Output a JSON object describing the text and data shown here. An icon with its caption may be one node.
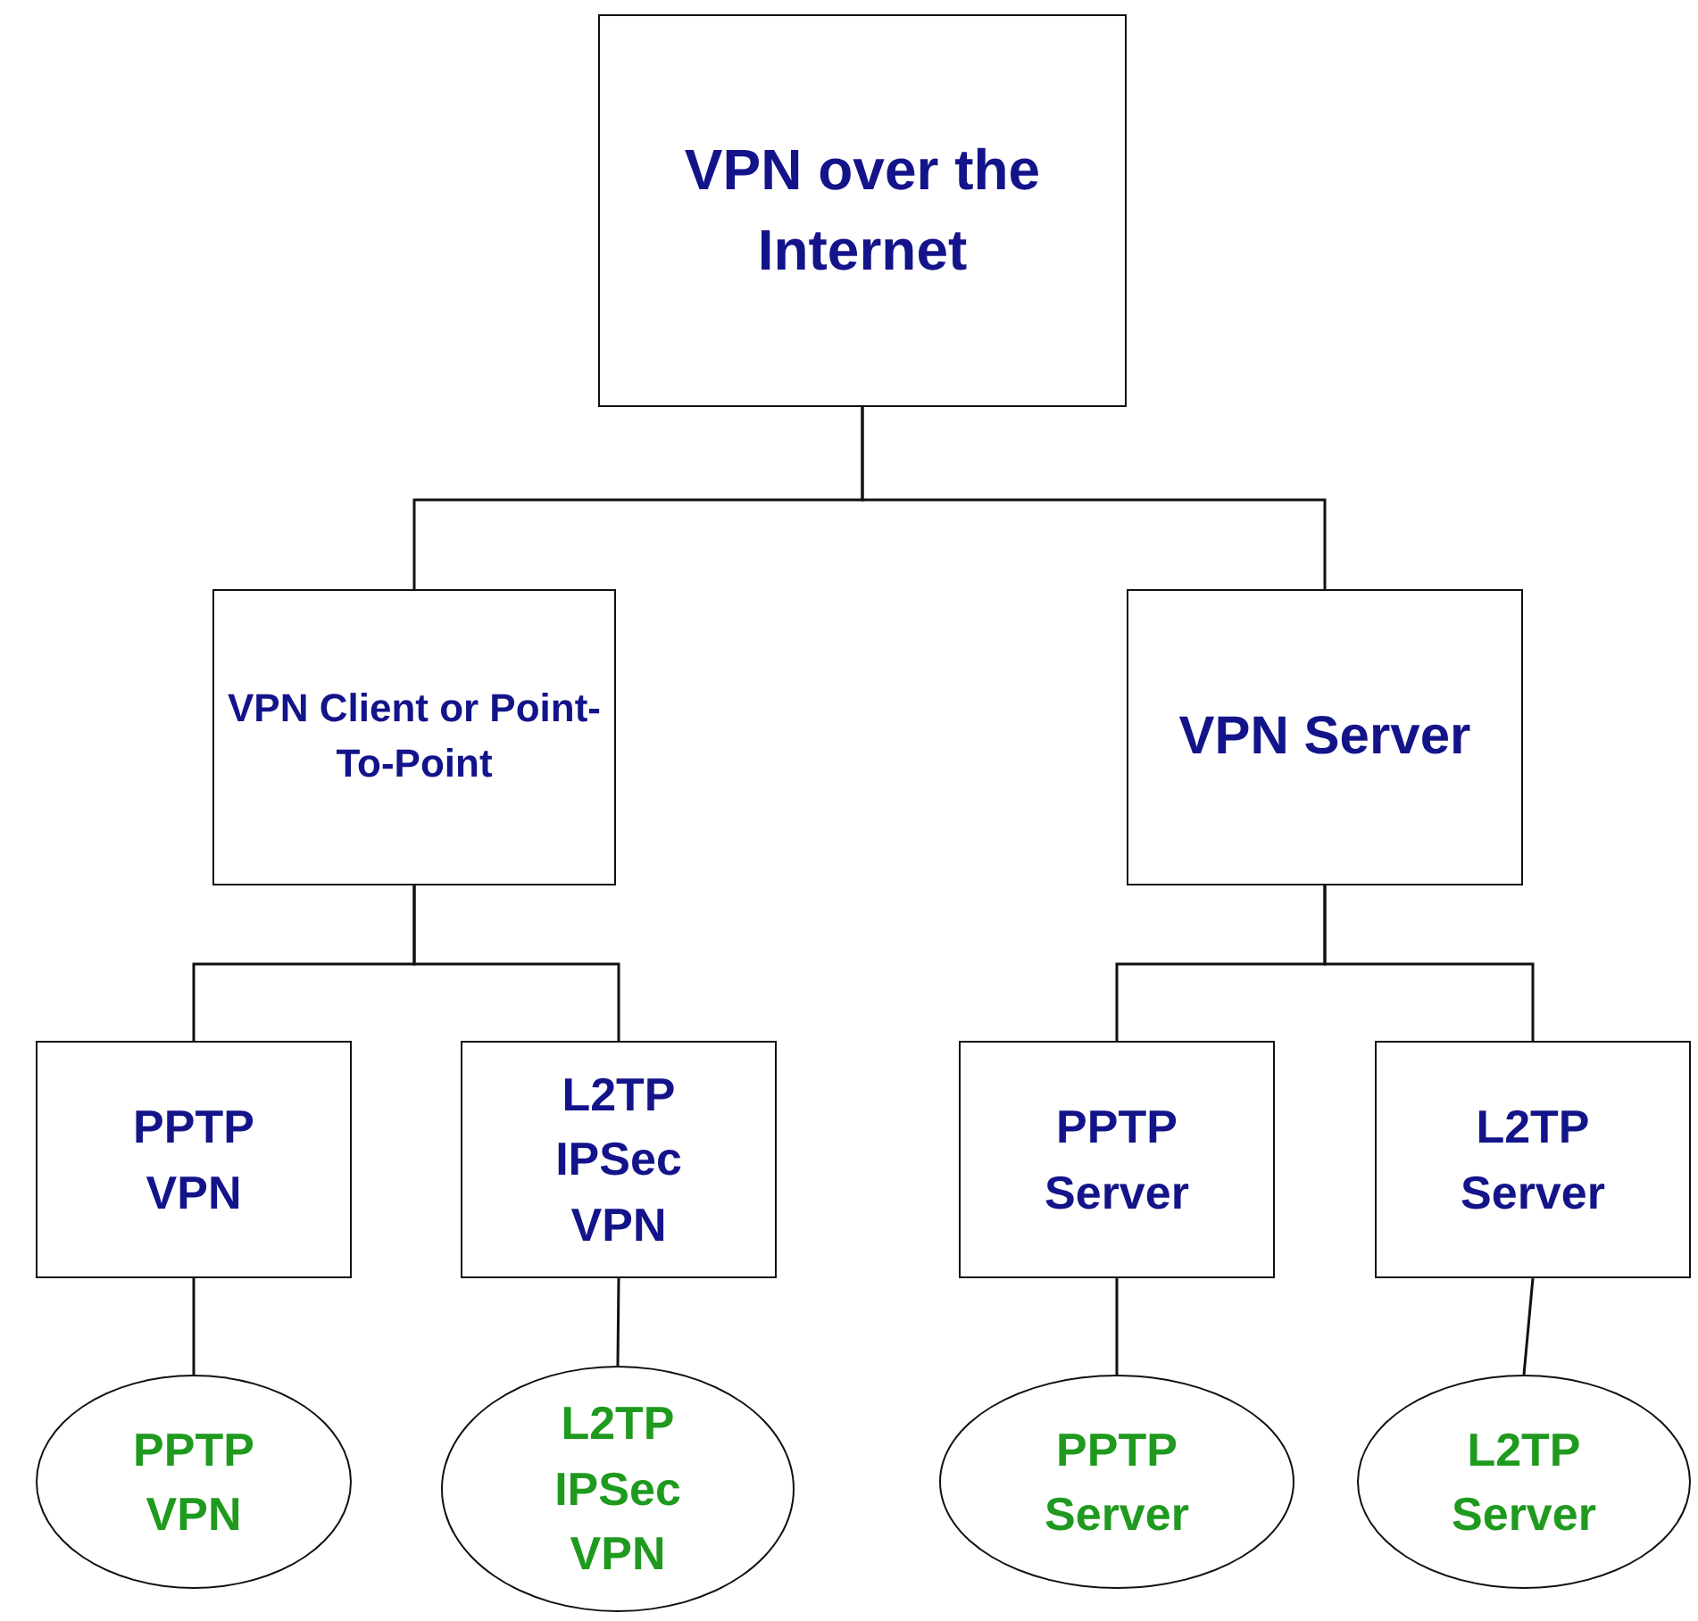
{
  "diagram": {
    "nodes": [
      {
        "text": [
          "VPN over the Internet"
        ]
      },
      {
        "text": [
          "VPN Client or Point-To-Point"
        ]
      },
      {
        "text": [
          "VPN Server"
        ]
      },
      {
        "text": [
          "PPTP VPN"
        ]
      },
      {
        "text": [
          "L2TP IPSec VPN"
        ]
      },
      {
        "text": [
          "PPTP Server"
        ]
      },
      {
        "text": [
          "L2TP Server"
        ]
      },
      {
        "text": [
          "PPTP VPN"
        ]
      },
      {
        "text": [
          "L2TP IPSec VPN"
        ]
      },
      {
        "text": [
          "PPTP Server"
        ]
      },
      {
        "text": [
          "L2TP Server"
        ]
      }
    ],
    "edges": [
      {
        "from": 0,
        "to": 1,
        "arrow": "none"
      },
      {
        "from": 0,
        "to": 2,
        "arrow": "none"
      },
      {
        "from": 1,
        "to": 3,
        "arrow": "none"
      },
      {
        "from": 1,
        "to": 4,
        "arrow": "none"
      },
      {
        "from": 2,
        "to": 5,
        "arrow": "none"
      },
      {
        "from": 2,
        "to": 6,
        "arrow": "none"
      },
      {
        "from": 3,
        "to": 7,
        "arrow": "none"
      },
      {
        "from": 4,
        "to": 8,
        "arrow": "none"
      },
      {
        "from": 5,
        "to": 9,
        "arrow": "none"
      },
      {
        "from": 6,
        "to": 10,
        "arrow": "none"
      }
    ]
  }
}
